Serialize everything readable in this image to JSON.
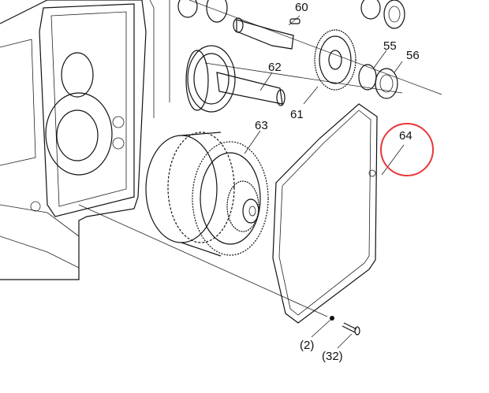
{
  "diagram": {
    "callouts": {
      "p60": "60",
      "p55": "55",
      "p56": "56",
      "p62": "62",
      "p61": "61",
      "p63": "63",
      "p64": "64",
      "p2": "(2)",
      "p32": "(32)"
    },
    "highlight_color": "#e8363a",
    "highlighted_part": "64"
  }
}
